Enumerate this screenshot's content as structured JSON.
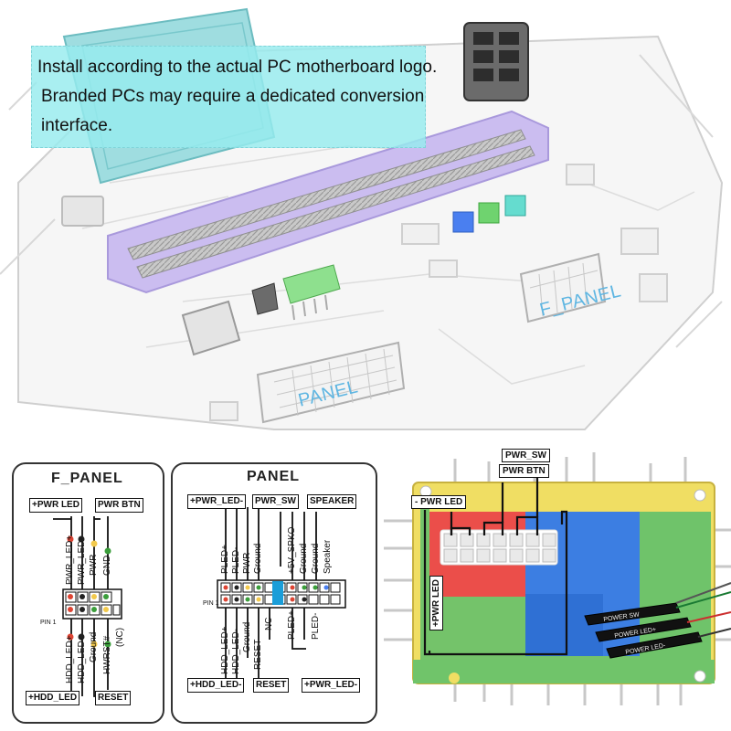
{
  "note": {
    "line1": "Install according to the actual PC motherboard logo.",
    "line2": "Branded PCs may require a dedicated conversion",
    "line3": "interface."
  },
  "board_labels": {
    "f_panel": "F_PANEL",
    "panel": "PANEL"
  },
  "f_panel_card": {
    "title": "F_PANEL",
    "top_boxes": [
      "+PWR LED",
      "PWR BTN"
    ],
    "top_pins": [
      "PWR_LED+",
      "PWR_LED-",
      "PWR",
      "GND"
    ],
    "bottom_pins": [
      "HDD_LED+",
      "HDD_LED-",
      "Ground",
      "HWRST#",
      "(NC)"
    ],
    "pin1": "PIN 1",
    "bottom_boxes": [
      "+HDD_LED",
      "RESET"
    ]
  },
  "panel_card": {
    "title": "PANEL",
    "top_boxes": [
      "+PWR_LED-",
      "PWR_SW",
      "SPEAKER"
    ],
    "top_pins": [
      "PLED+",
      "PLED-",
      "PWR",
      "Ground",
      "+5V_SPKO",
      "Ground",
      "Ground",
      "Speaker"
    ],
    "bottom_pins": [
      "HDD_LED+",
      "HDD_LED-",
      "Ground",
      "RESET",
      "NC",
      "PLED+",
      "PLED-"
    ],
    "pin1": "PIN 1",
    "bottom_boxes": [
      "+HDD_LED-",
      "RESET",
      "+PWR_LED-"
    ]
  },
  "photo": {
    "tags": [
      "PWR_SW",
      "PWR BTN",
      "- PWR LED",
      "+PWR LED"
    ],
    "cables": [
      "POWER SW",
      "POWER LED+",
      "POWER LED-"
    ]
  },
  "colors": {
    "note_bg": "#96ebee",
    "purple": "#c9b7ee",
    "green": "#8ee08e",
    "cyan": "#6fe0e0",
    "blue": "#3f7fe8",
    "red": "#e84b4b",
    "yellow": "#f1df68"
  }
}
